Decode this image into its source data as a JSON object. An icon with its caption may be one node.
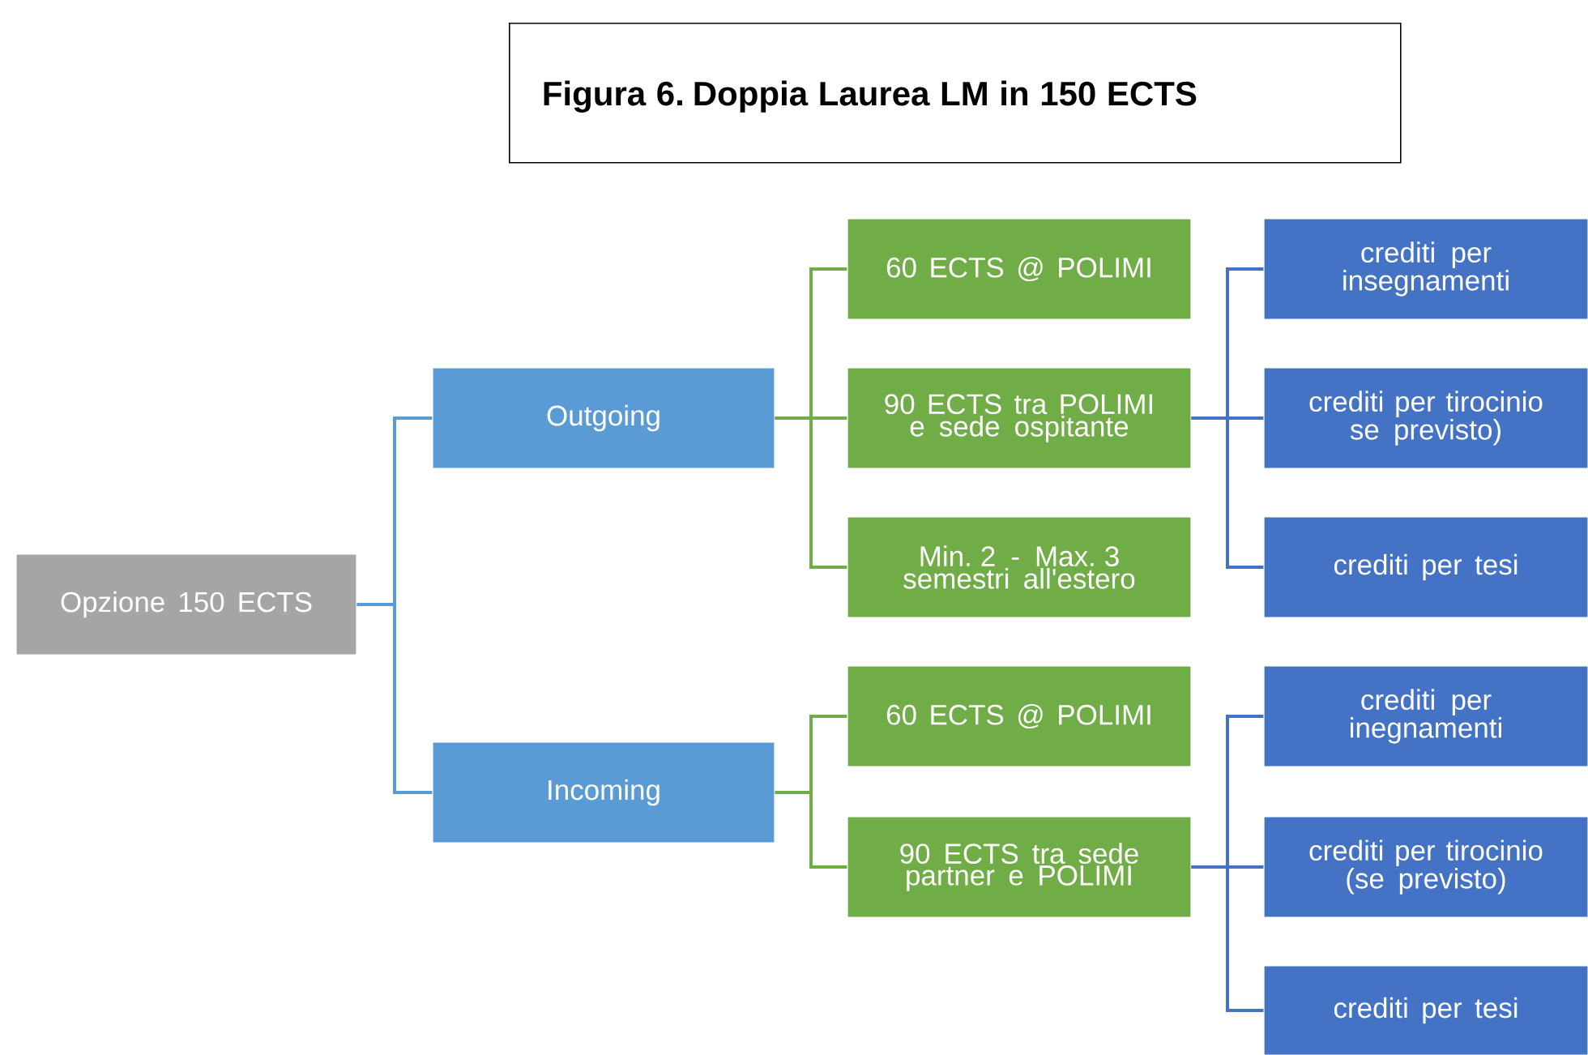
{
  "diagram": {
    "title": "Figura 6. Doppia Laurea LM in 150 ECTS",
    "nodes": [
      {
        "text": [
          "Opzione 150 ECTS"
        ]
      },
      {
        "text": [
          "Outgoing"
        ]
      },
      {
        "text": [
          "Incoming"
        ]
      },
      {
        "text": [
          "60 ECTS @ POLIMI"
        ]
      },
      {
        "text": [
          "90 ECTS tra POLIMI e sede ospitante"
        ]
      },
      {
        "text": [
          "Min. 2 - Max. 3 semestri all'estero"
        ]
      },
      {
        "text": [
          "crediti per insegnamenti"
        ]
      },
      {
        "text": [
          "crediti per tirocinio se previsto)"
        ]
      },
      {
        "text": [
          "crediti per tesi"
        ]
      },
      {
        "text": [
          "60 ECTS @ POLIMI"
        ]
      },
      {
        "text": [
          "90 ECTS tra sede partner e POLIMI"
        ]
      },
      {
        "text": [
          "crediti per inegnamenti"
        ]
      },
      {
        "text": [
          "crediti per tirocinio (se previsto)"
        ]
      },
      {
        "text": [
          "crediti per tesi"
        ]
      }
    ],
    "edges": [
      {
        "from": 0,
        "to": 1,
        "arrow": "none",
        "color": "#5b9bd5"
      },
      {
        "from": 0,
        "to": 2,
        "arrow": "none",
        "color": "#5b9bd5"
      },
      {
        "from": 1,
        "to": 3,
        "arrow": "none",
        "color": "#70ad47"
      },
      {
        "from": 1,
        "to": 4,
        "arrow": "none",
        "color": "#70ad47"
      },
      {
        "from": 1,
        "to": 5,
        "arrow": "none",
        "color": "#70ad47"
      },
      {
        "from": 2,
        "to": 9,
        "arrow": "none",
        "color": "#70ad47"
      },
      {
        "from": 2,
        "to": 10,
        "arrow": "none",
        "color": "#70ad47"
      },
      {
        "from": 4,
        "to": 6,
        "arrow": "none",
        "color": "#4472c4"
      },
      {
        "from": 4,
        "to": 7,
        "arrow": "none",
        "color": "#4472c4"
      },
      {
        "from": 4,
        "to": 8,
        "arrow": "none",
        "color": "#4472c4"
      },
      {
        "from": 10,
        "to": 11,
        "arrow": "none",
        "color": "#4472c4"
      },
      {
        "from": 10,
        "to": 12,
        "arrow": "none",
        "color": "#4472c4"
      },
      {
        "from": 10,
        "to": 13,
        "arrow": "none",
        "color": "#4472c4"
      }
    ]
  }
}
